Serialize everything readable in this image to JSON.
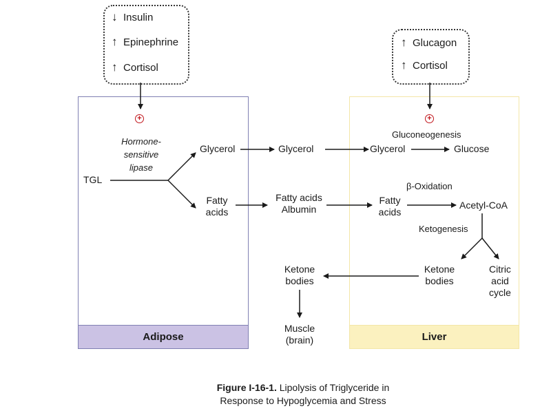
{
  "left_hormones": [
    {
      "arrow": "↓",
      "name": "Insulin"
    },
    {
      "arrow": "↑",
      "name": "Epinephrine"
    },
    {
      "arrow": "↑",
      "name": "Cortisol"
    }
  ],
  "right_hormones": [
    {
      "arrow": "↑",
      "name": "Glucagon"
    },
    {
      "arrow": "↑",
      "name": "Cortisol"
    }
  ],
  "stimulation_symbol": "+",
  "adipose": {
    "label": "Adipose",
    "tgl": "TGL",
    "enzyme": [
      "Hormone-",
      "sensitive",
      "lipase"
    ],
    "glycerol": "Glycerol",
    "fatty_acids": [
      "Fatty",
      "acids"
    ]
  },
  "blood": {
    "glycerol": "Glycerol",
    "fatty_acids": [
      "Fatty acids",
      "Albumin"
    ]
  },
  "liver": {
    "label": "Liver",
    "gluconeogenesis": "Gluconeogenesis",
    "glycerol": "Glycerol",
    "glucose": "Glucose",
    "beta_oxidation": "β-Oxidation",
    "fatty_acids": [
      "Fatty",
      "acids"
    ],
    "acetyl_coa": "Acetyl-CoA",
    "ketogenesis": "Ketogenesis",
    "ketone_bodies": [
      "Ketone",
      "bodies"
    ],
    "citric_acid_cycle": [
      "Citric",
      "acid",
      "cycle"
    ]
  },
  "extrahepatic": {
    "ketone_bodies": [
      "Ketone",
      "bodies"
    ],
    "muscle": [
      "Muscle",
      "(brain)"
    ]
  },
  "caption": {
    "bold": "Figure I-16-1.",
    "text_line1": " Lipolysis of Triglyceride in",
    "text_line2": "Response to Hypoglycemia and Stress"
  },
  "colors": {
    "adipose_border": "#7f7fb2",
    "adipose_label_bg": "#cbc2e4",
    "liver_border": "#f3e6a7",
    "liver_label_bg": "#fbf1bf",
    "plus_red": "#c0141a"
  }
}
